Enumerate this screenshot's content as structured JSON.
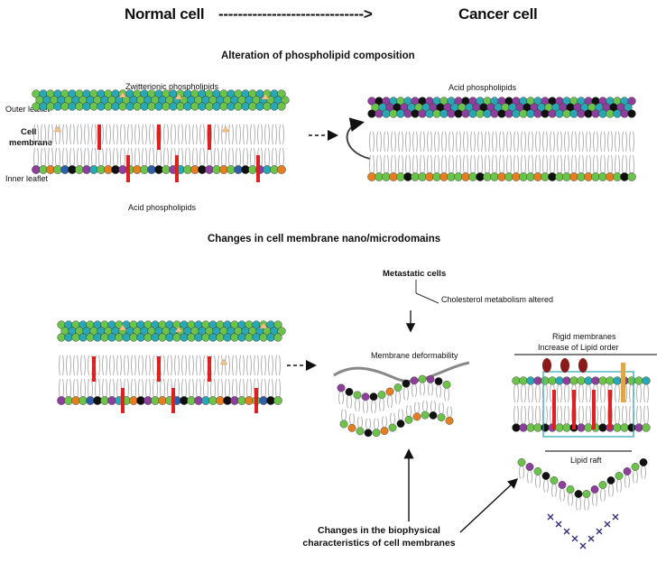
{
  "header": {
    "left": "Normal cell",
    "arrow": "------------------------------>",
    "right": "Cancer cell"
  },
  "section1": {
    "title": "Alteration of phospholipid composition",
    "zwitterionic": "Zwitterionic phospholipids",
    "outer_leaflet": "Outer leaflet",
    "cell": "Cell",
    "membrane": "membrane",
    "inner_leaflet": "Inner leaflet",
    "acid_bottom": "Acid phospholipids",
    "acid_right": "Acid phospholipids"
  },
  "section2": {
    "title": "Changes in cell membrane nano/microdomains",
    "metastatic": "Metastatic cells",
    "cholesterol": "Cholesterol  metabolism altered",
    "deformability": "Membrane deformability",
    "rigid1": "Rigid membranes",
    "rigid2": "Increase of Lipid order",
    "lipid_raft": "Lipid raft",
    "biophys1": "Changes in the biophysical",
    "biophys2": "characteristics  of cell membranes"
  },
  "colors": {
    "green": "#6cc24a",
    "teal": "#2aa6b4",
    "purple": "#8e3f9c",
    "orange": "#e57e22",
    "black": "#111111",
    "blue": "#2f5fa8",
    "red": "#e02020",
    "cholesterol": "#f2c28c",
    "tail": "#b0b0b0",
    "dark_red": "#8a1a1a"
  }
}
